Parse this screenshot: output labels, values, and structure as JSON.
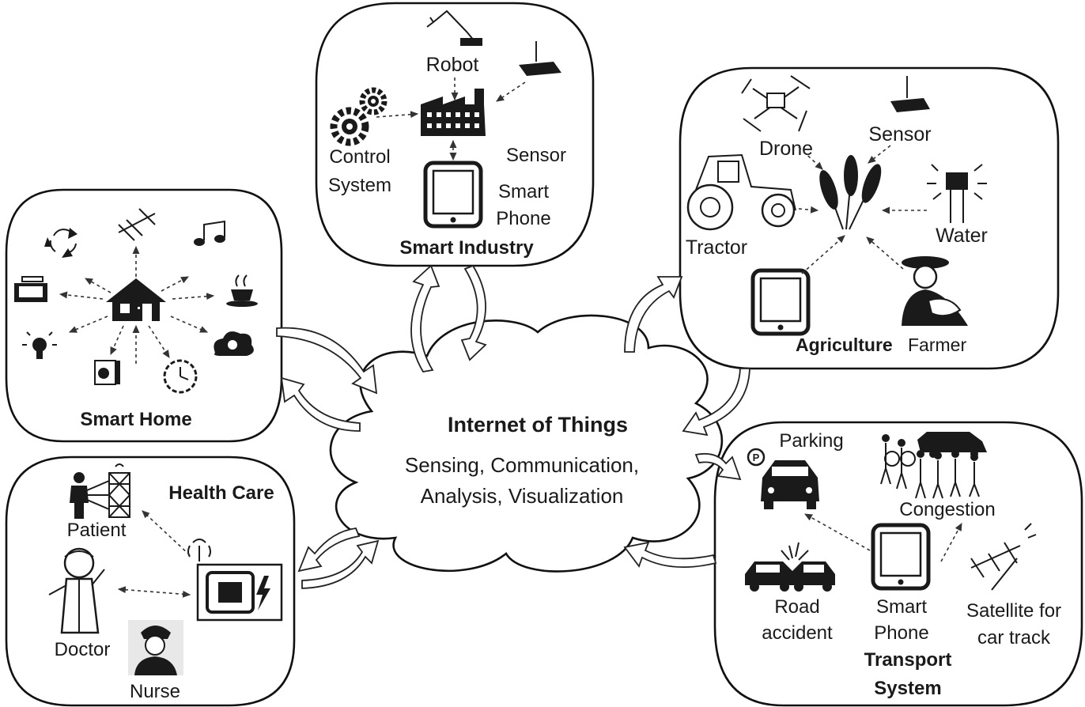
{
  "center": {
    "title": "Internet of Things",
    "line1": "Sensing, Communication,",
    "line2": "Analysis, Visualization"
  },
  "industry": {
    "title": "Smart Industry",
    "robot": "Robot",
    "control1": "Control",
    "control2": "System",
    "sensor": "Sensor",
    "phone1": "Smart",
    "phone2": "Phone"
  },
  "agriculture": {
    "title": "Agriculture",
    "drone": "Drone",
    "sensor": "Sensor",
    "tractor": "Tractor",
    "water": "Water",
    "farmer": "Farmer"
  },
  "home": {
    "title": "Smart Home"
  },
  "health": {
    "title": "Health Care",
    "patient": "Patient",
    "doctor": "Doctor",
    "nurse": "Nurse"
  },
  "transport": {
    "title1": "Transport",
    "title2": "System",
    "parking": "Parking",
    "congestion": "Congestion",
    "road1": "Road",
    "road2": "accident",
    "phone1": "Smart",
    "phone2": "Phone",
    "sat1": "Satellite for",
    "sat2": "car track"
  }
}
